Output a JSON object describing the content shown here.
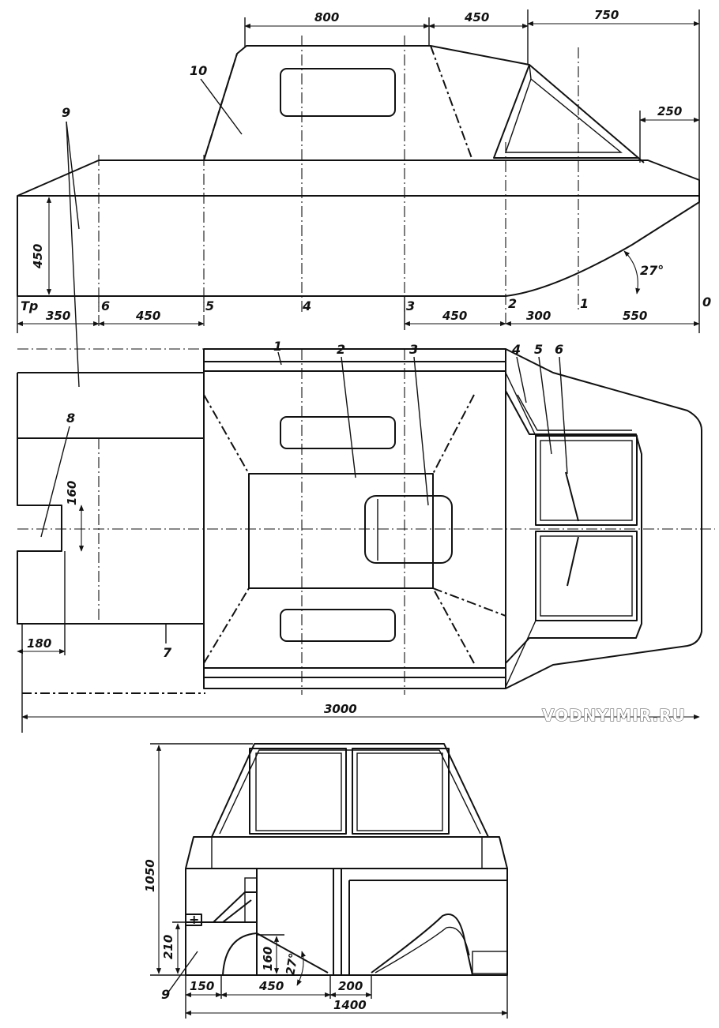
{
  "watermark": "VODNYIMIR.RU",
  "side_view": {
    "dimensions": {
      "d800": "800",
      "d450a": "450",
      "d750": "750",
      "d250": "250",
      "d450_height": "450",
      "d350": "350",
      "d450b": "450",
      "d450c": "450",
      "d300": "300",
      "d550": "550"
    },
    "angle": "27°",
    "stations": {
      "tr": "Тр",
      "s6": "6",
      "s5": "5",
      "s4": "4",
      "s3": "3",
      "s2": "2",
      "s1": "1",
      "s0": "0"
    },
    "callouts": {
      "c9": "9",
      "c10": "10"
    }
  },
  "plan_view": {
    "dimensions": {
      "d160": "160",
      "d180": "180",
      "d3000": "3000"
    },
    "callouts": {
      "c1": "1",
      "c2": "2",
      "c3": "3",
      "c4": "4",
      "c5": "5",
      "c6": "6",
      "c7": "7",
      "c8": "8",
      "c9": "9"
    }
  },
  "front_view": {
    "dimensions": {
      "d1050": "1050",
      "d210": "210",
      "d160": "160",
      "d150": "150",
      "d450": "450",
      "d200": "200",
      "d1400": "1400"
    },
    "angle": "27°",
    "callouts": {
      "c9": "9"
    },
    "battery_mark": "+"
  }
}
